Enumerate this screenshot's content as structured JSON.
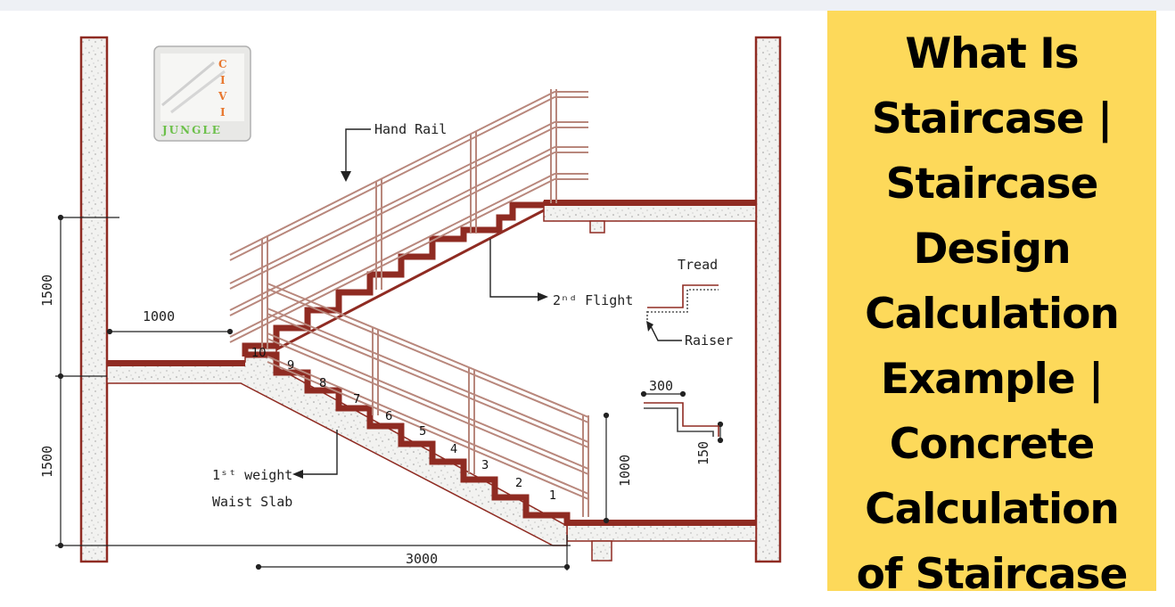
{
  "logo": {
    "letters": [
      "C",
      "I",
      "V",
      "I"
    ],
    "word": "JUNGLE",
    "letter_color": "#e8772e",
    "word_color": "#6cc04a"
  },
  "labels": {
    "hand_rail": "Hand Rail",
    "second_flight": "2ⁿᵈ Flight",
    "first_flight_line1": "1ˢᵗ weight",
    "first_flight_line2": "Waist Slab",
    "tread": "Tread",
    "raiser": "Raiser"
  },
  "dimensions": {
    "landing_width": "1000",
    "upper_height": "1500",
    "lower_height": "1500",
    "base_length": "3000",
    "rail_height": "1000",
    "tread_size": "300",
    "riser_size": "150"
  },
  "step_numbers": [
    "1",
    "2",
    "3",
    "4",
    "5",
    "6",
    "7",
    "8",
    "9",
    "10"
  ],
  "colors": {
    "slab": "#8f2b22",
    "wall_outline": "#8f2b22",
    "concrete": "#f1f1ef",
    "rail": "#b8877c",
    "title_bg": "#fdd95a"
  },
  "title": {
    "lines": [
      "What Is",
      "Staircase |",
      "Staircase",
      "Design",
      "Calculation",
      "Example |",
      "Concrete",
      "Calculation",
      "of Staircase"
    ]
  }
}
